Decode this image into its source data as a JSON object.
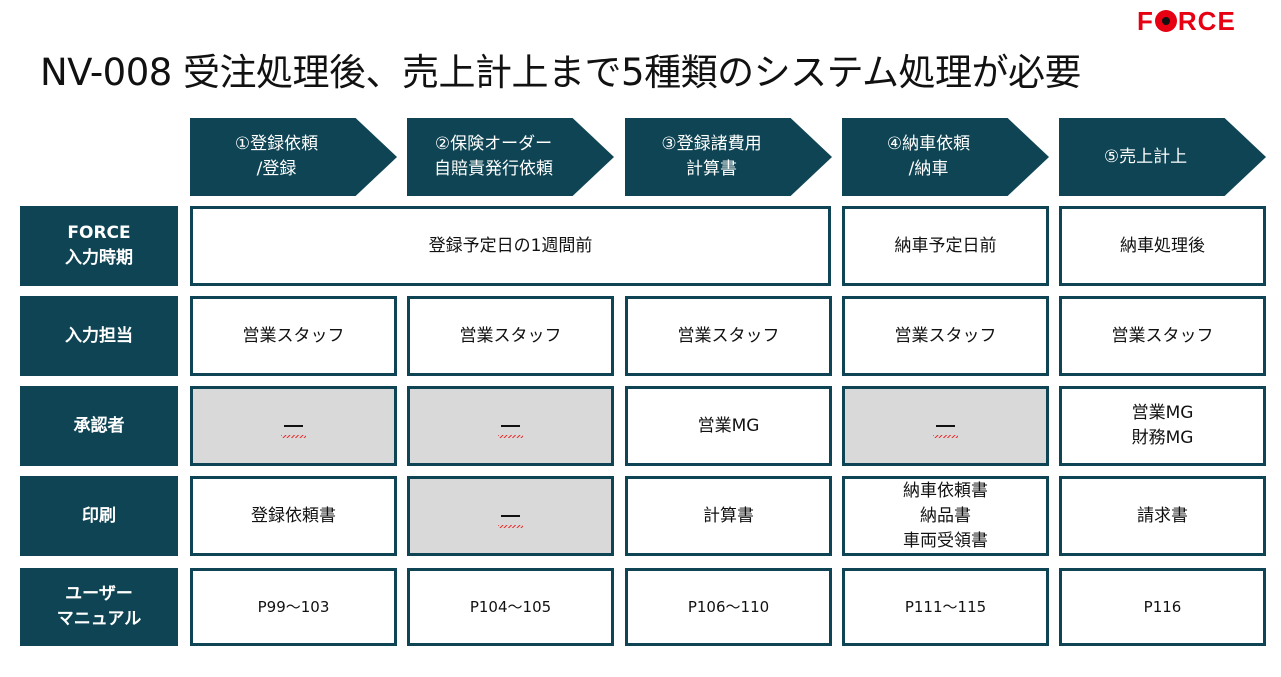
{
  "title": "NV-008 受注処理後、売上計上まで5種類のシステム処理が必要",
  "logo": "FORCE",
  "steps": [
    "①登録依頼\n/登録",
    "②保険オーダー\n自賠責発行依頼",
    "③登録諸費用\n計算書",
    "④納車依頼\n/納車",
    "⑤売上計上"
  ],
  "rows": {
    "timing": {
      "label": "FORCE\n入力時期",
      "span_1_3": "登録予定日の1週間前",
      "c4": "納車予定日前",
      "c5": "納車処理後"
    },
    "input": {
      "label": "入力担当",
      "values": [
        "営業スタッフ",
        "営業スタッフ",
        "営業スタッフ",
        "営業スタッフ",
        "営業スタッフ"
      ]
    },
    "approver": {
      "label": "承認者",
      "values": [
        "ー",
        "ー",
        "営業MG",
        "ー",
        "営業MG\n財務MG"
      ]
    },
    "print": {
      "label": "印刷",
      "values": [
        "登録依頼書",
        "ー",
        "計算書",
        "納車依頼書\n納品書\n車両受領書",
        "請求書"
      ]
    },
    "manual": {
      "label": "ユーザー\nマニュアル",
      "values": [
        "P99～103",
        "P104～105",
        "P106～110",
        "P111～115",
        "P116"
      ]
    }
  }
}
